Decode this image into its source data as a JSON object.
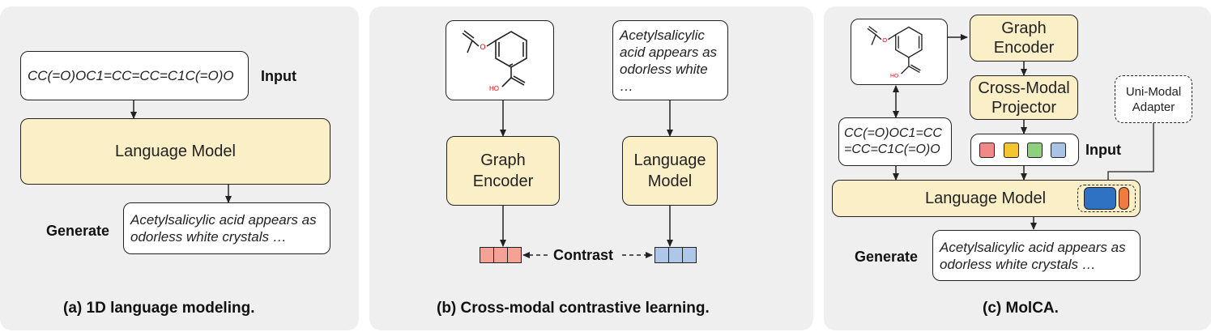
{
  "panel_a": {
    "input_smiles": "CC(=O)OC1=CC=CC=C1C(=O)O",
    "input_label": "Input",
    "model_label": "Language Model",
    "generate_label": "Generate",
    "output_text": "Acetylsalicylic acid appears as odorless white crystals …",
    "caption": "(a) 1D language modeling."
  },
  "panel_b": {
    "text_input": "Acetylsalicylic acid appears as odorless white …",
    "graph_encoder_label": "Graph\nEncoder",
    "language_model_label": "Language\nModel",
    "contrast_label": "Contrast",
    "caption": "(b) Cross-modal contrastive learning."
  },
  "panel_c": {
    "graph_encoder_label": "Graph\nEncoder",
    "projector_label": "Cross-Modal\nProjector",
    "adapter_label": "Uni-Modal\nAdapter",
    "smiles": "CC(=O)OC1=CC\n=CC=C1C(=O)O",
    "input_label": "Input",
    "model_label": "Language Model",
    "generate_label": "Generate",
    "output_text": "Acetylsalicylic acid appears as odorless white crystals …",
    "caption": "(c) MolCA."
  },
  "molecule": {
    "oxygen_label": "O",
    "hydroxyl_label": "HO"
  },
  "colors": {
    "panel_bg": "#efefef",
    "model_fill": "#fbefc8",
    "graph_embedding": "#f4a294",
    "text_embedding": "#aec6e8",
    "token_red": "#ef8a86",
    "token_yellow": "#f2c531",
    "token_green": "#8fd07f",
    "token_blue": "#a8c3e6",
    "adapter_blue": "#2f72c4",
    "adapter_orange": "#ee7b3f",
    "oxygen_red": "#e8000b"
  }
}
